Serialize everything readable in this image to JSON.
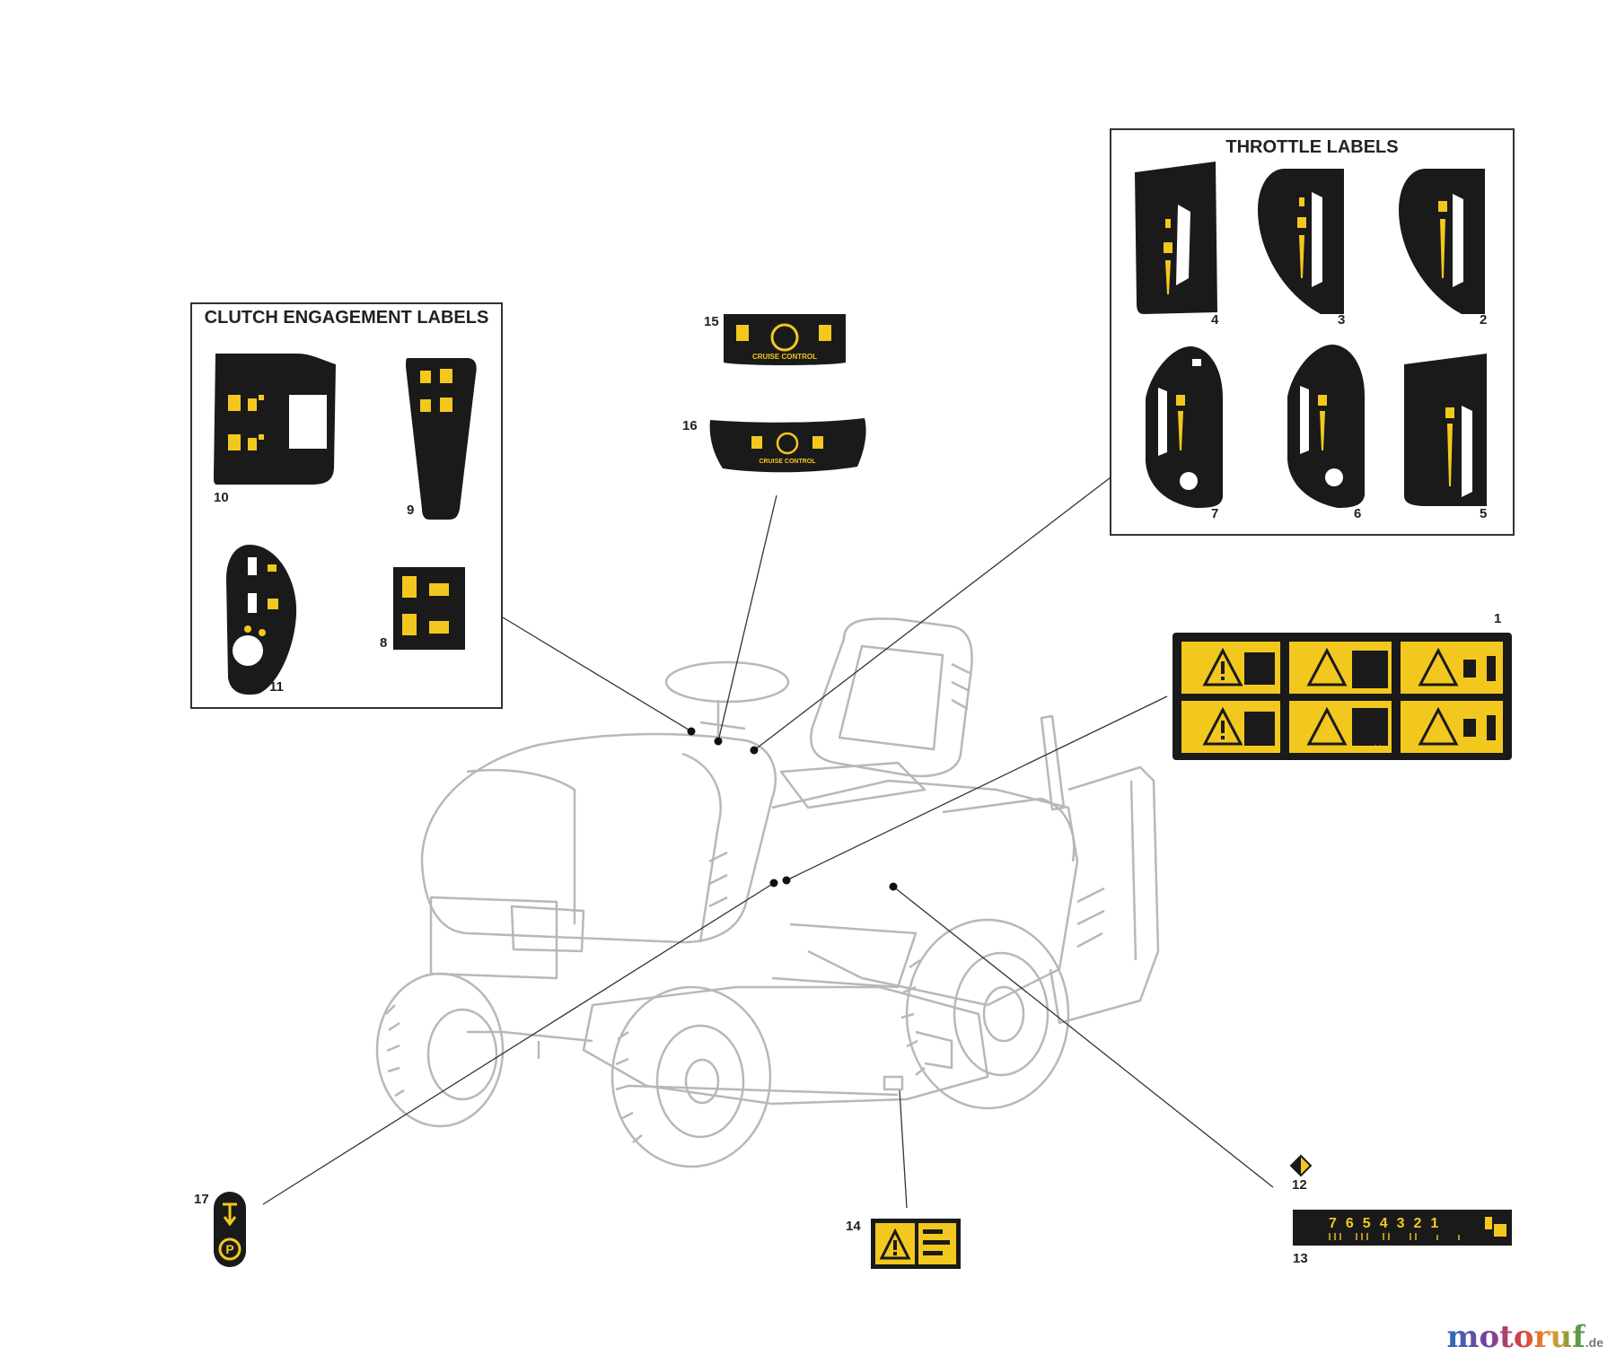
{
  "clutch_box": {
    "title": "CLUTCH ENGAGEMENT LABELS",
    "items": [
      {
        "num": "10"
      },
      {
        "num": "9"
      },
      {
        "num": "11"
      },
      {
        "num": "8"
      }
    ]
  },
  "throttle_box": {
    "title": "THROTTLE LABELS",
    "items": [
      {
        "num": "4"
      },
      {
        "num": "3"
      },
      {
        "num": "2"
      },
      {
        "num": "7"
      },
      {
        "num": "6"
      },
      {
        "num": "5"
      }
    ]
  },
  "labels": {
    "n1": "1",
    "n12": "12",
    "n13": "13",
    "n14": "14",
    "n15": "15",
    "n16": "16",
    "n17": "17"
  },
  "cruise_text_15": "CRUISE CONTROL",
  "cruise_text_16": "CRUISE CONTROL",
  "warning_max": "max 10°",
  "gear_numbers": "7654321",
  "watermark": {
    "main": "motoruf",
    "suffix": ".de"
  },
  "colors": {
    "label_black": "#1a1a1a",
    "label_yellow": "#f2c81e",
    "line": "#333333",
    "tractor_line": "#b8b8b8"
  }
}
